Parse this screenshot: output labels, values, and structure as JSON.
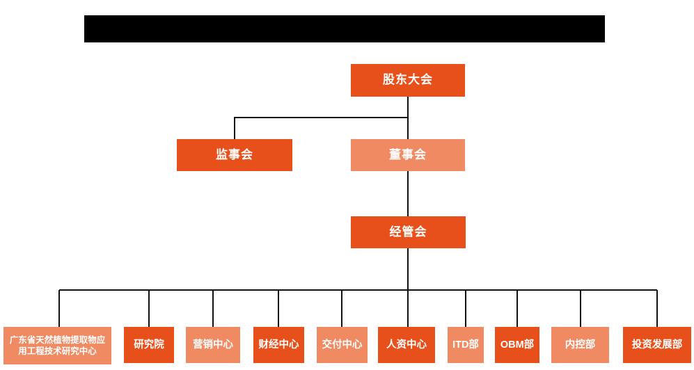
{
  "palette": {
    "dark_orange": "#e8501b",
    "light_orange": "#ef8a62",
    "connector": "#111111",
    "node_text": "#ffffff",
    "title_bar": "#000000"
  },
  "title_bar": {
    "text": ""
  },
  "org_chart": {
    "level1": {
      "shareholders_label": "股东大会"
    },
    "level2": {
      "supervisory_label": "监事会",
      "board_label": "董事会"
    },
    "level3": {
      "management_label": "经管会"
    },
    "departments": [
      {
        "label": "广东省天然植物提取物应用工程技术研究中心",
        "tone": "light"
      },
      {
        "label": "研究院",
        "tone": "dark"
      },
      {
        "label": "营销中心",
        "tone": "light"
      },
      {
        "label": "财经中心",
        "tone": "dark"
      },
      {
        "label": "交付中心",
        "tone": "light"
      },
      {
        "label": "人资中心",
        "tone": "dark"
      },
      {
        "label": "ITD部",
        "tone": "light"
      },
      {
        "label": "OBM部",
        "tone": "dark"
      },
      {
        "label": "内控部",
        "tone": "light"
      },
      {
        "label": "投资发展部",
        "tone": "dark"
      }
    ]
  }
}
